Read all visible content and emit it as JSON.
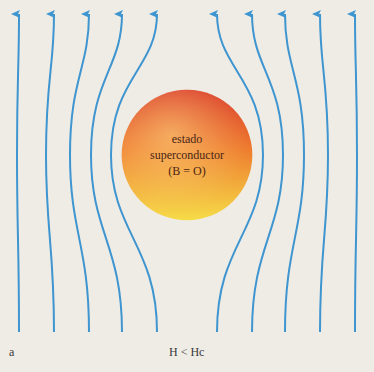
{
  "diagram": {
    "nodes": [
      {
        "text": [
          "estado superconductor",
          "(B = O)"
        ]
      }
    ],
    "labels": [
      "a",
      "H < Hc"
    ]
  }
}
